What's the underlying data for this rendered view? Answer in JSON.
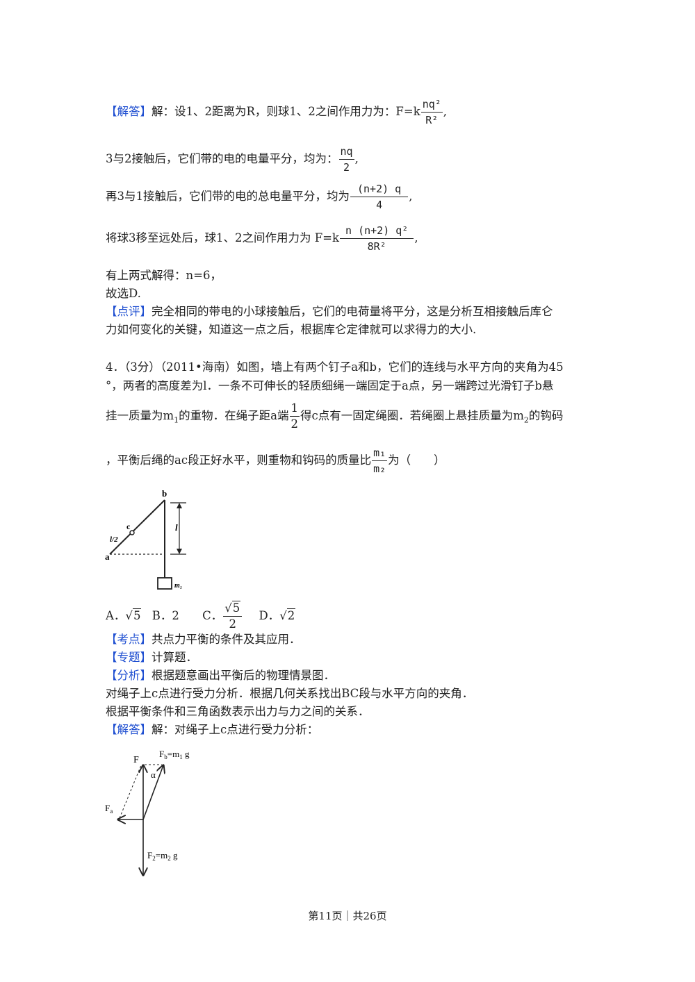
{
  "lines": {
    "l1_tag": "【解答】",
    "l1_text": "解：设1、2距离为R，则球1、2之间作用力为：F=k",
    "l1_num": "nq²",
    "l1_den": "R²",
    "l1_end": ",",
    "l2_text": "3与2接触后，它们带的电的电量平分，均为：",
    "l2_num": "nq",
    "l2_den": "2",
    "l2_end": ",",
    "l3_text": "再3与1接触后，它们带的电的总电量平分，均为",
    "l3_num": "(n+2) q",
    "l3_den": "4",
    "l3_end": ",",
    "l4_text": "将球3移至远处后，球1、2之间作用力为 F=k",
    "l4_num": "n (n+2) q²",
    "l4_den": "8R²",
    "l4_end": ",",
    "l5_text": "有上两式解得：n=6，",
    "l6_text": "故选D.",
    "l7_tag": "【点评】",
    "l7_text": "完全相同的带电的小球接触后，它们的电荷量将平分，这是分析互相接触后库仑",
    "l8_text": "力如何变化的关键，知道这一点之后，根据库仑定律就可以求得力的大小."
  },
  "question": {
    "q1": "4．（3分）（2011•海南）如图，墙上有两个钉子a和b，它们的连线与水平方向的夹角为45",
    "q2": "°，两者的高度差为l．一条不可伸长的轻质细绳一端固定于a点，另一端跨过光滑钉子b悬",
    "q3_a": "挂一质量为m",
    "q3_sub1": "1",
    "q3_b": "的重物．在绳子距a端",
    "q3_num": "1",
    "q3_den": "2",
    "q3_c": "得c点有一固定绳圈．若绳圈上悬挂质量为m",
    "q3_sub2": "2",
    "q3_d": "的钩码",
    "q4_a": "，平衡后绳的ac段正好水平，则重物和钩码的质量比",
    "q4_num": "m₁",
    "q4_den": "m₂",
    "q4_b": "为（　　）"
  },
  "figure1": {
    "b": "b",
    "c": "c",
    "a": "a",
    "half": "l/2",
    "l": "l",
    "m": "m₁"
  },
  "options": {
    "a_label": "A．",
    "a_rad": "5",
    "b_label": "B．2",
    "c_label": "C．",
    "c_num_rad": "5",
    "c_den": "2",
    "d_label": "D．",
    "d_rad": "2",
    "sqrt_sign": "√"
  },
  "analysis": {
    "k_tag": "【考点】",
    "k_text": "共点力平衡的条件及其应用．",
    "z_tag": "【专题】",
    "z_text": "计算题．",
    "f_tag": "【分析】",
    "f_text": "根据题意画出平衡后的物理情景图．",
    "f2_text": "对绳子上c点进行受力分析．根据几何关系找出BC段与水平方向的夹角．",
    "f3_text": "根据平衡条件和三角函数表示出力与力之间的关系．",
    "j_tag": "【解答】",
    "j_text": "解：对绳子上c点进行受力分析："
  },
  "figure2": {
    "F": "F",
    "Fb": "F",
    "Fb_sub": "b",
    "Fb_eq": "=m",
    "Fb_sub2": "1",
    "Fb_g": " g",
    "alpha": "α",
    "Fa": "F",
    "Fa_sub": "a",
    "F2": "F",
    "F2_sub": "2",
    "F2_eq": "=m",
    "F2_sub2": "2",
    "F2_g": " g"
  },
  "footer": {
    "text": "第11页｜共26页"
  }
}
